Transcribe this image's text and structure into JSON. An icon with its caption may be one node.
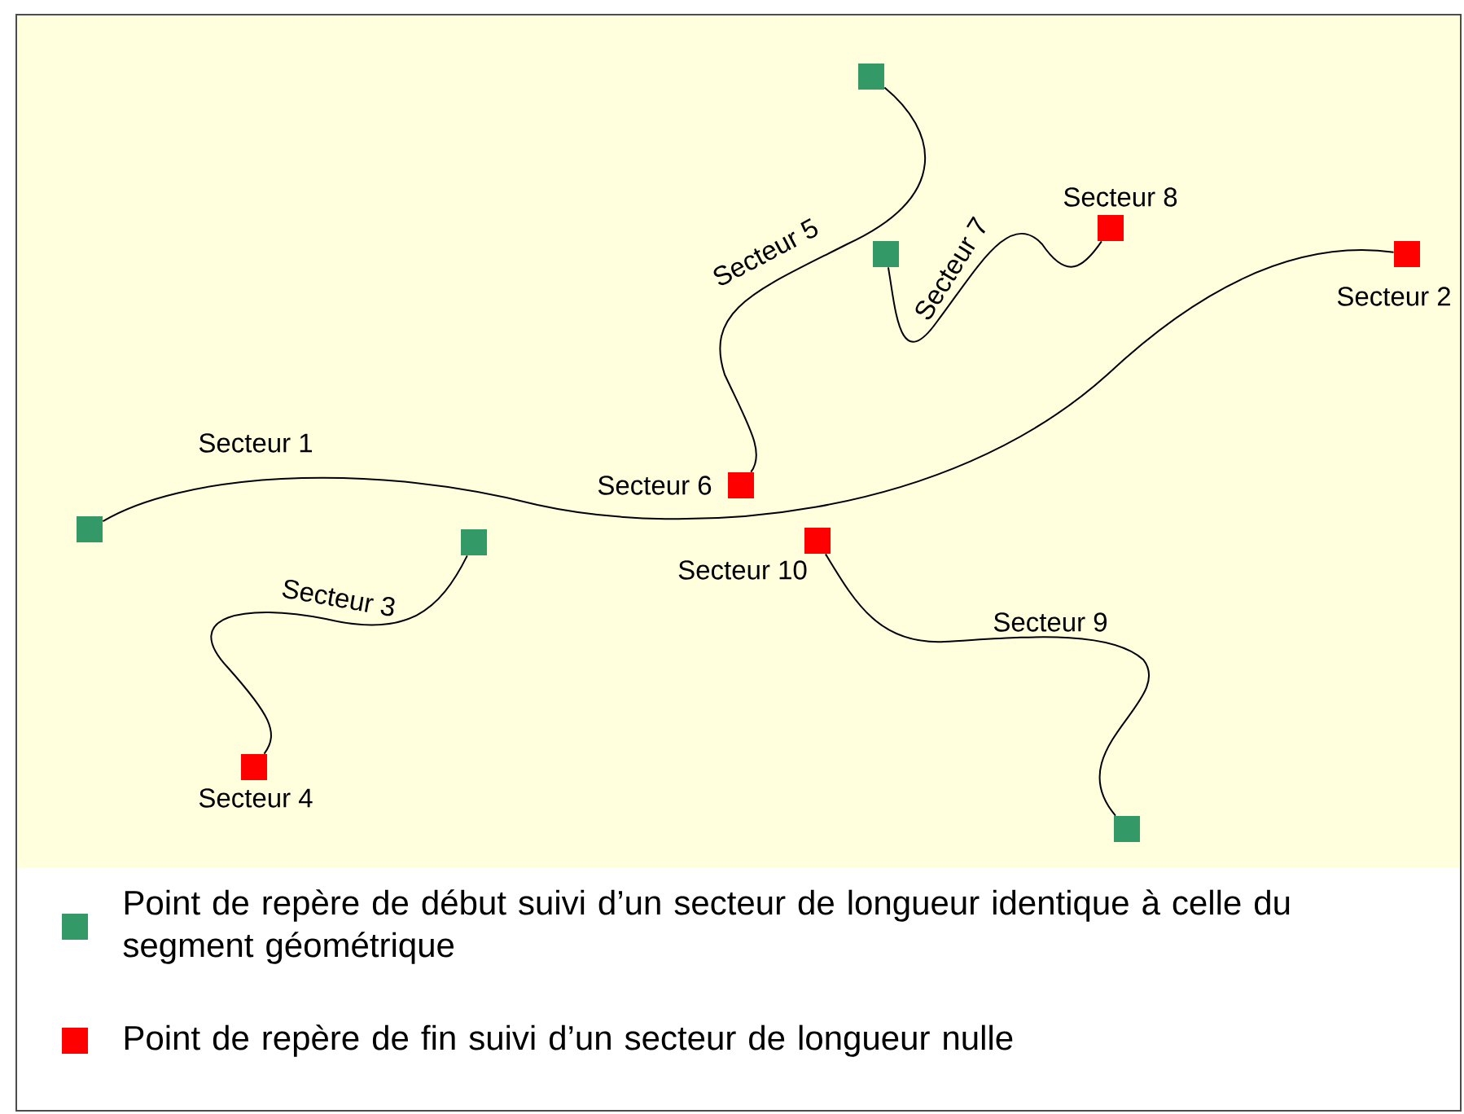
{
  "diagram": {
    "nodes": [
      {
        "text": [],
        "shape": "box"
      },
      {
        "text": [],
        "shape": "box",
        "beside": [
          "Secteur 4"
        ]
      },
      {
        "text": [],
        "shape": "box"
      },
      {
        "text": [],
        "shape": "box",
        "beside": [
          "Secteur 6"
        ]
      },
      {
        "text": [],
        "shape": "box",
        "beside": [
          "Secteur 10"
        ]
      },
      {
        "text": [],
        "shape": "box"
      },
      {
        "text": [],
        "shape": "box"
      },
      {
        "text": [],
        "shape": "box",
        "beside": [
          "Secteur 8"
        ]
      },
      {
        "text": [],
        "shape": "box"
      },
      {
        "text": [],
        "shape": "box",
        "beside": [
          "Secteur 2"
        ]
      }
    ],
    "edges": [
      {
        "from": 0,
        "to": 9,
        "arrow": "none",
        "label": "Secteur 1"
      },
      {
        "from": 2,
        "to": 1,
        "arrow": "none",
        "label": "Secteur 3"
      },
      {
        "from": 5,
        "to": 3,
        "arrow": "none",
        "label": "Secteur 5"
      },
      {
        "from": 6,
        "to": 7,
        "arrow": "none",
        "label": "Secteur 7"
      },
      {
        "from": 8,
        "to": 4,
        "arrow": "none",
        "label": "Secteur 9"
      }
    ],
    "legend": [
      {
        "text": "Point de repère de début suivi d’un secteur de longueur identique à celle du segment géométrique",
        "color": "#339966"
      },
      {
        "text": "Point de repère de fin suivi d’un secteur de longueur nulle",
        "color": "#ff0000"
      }
    ]
  }
}
